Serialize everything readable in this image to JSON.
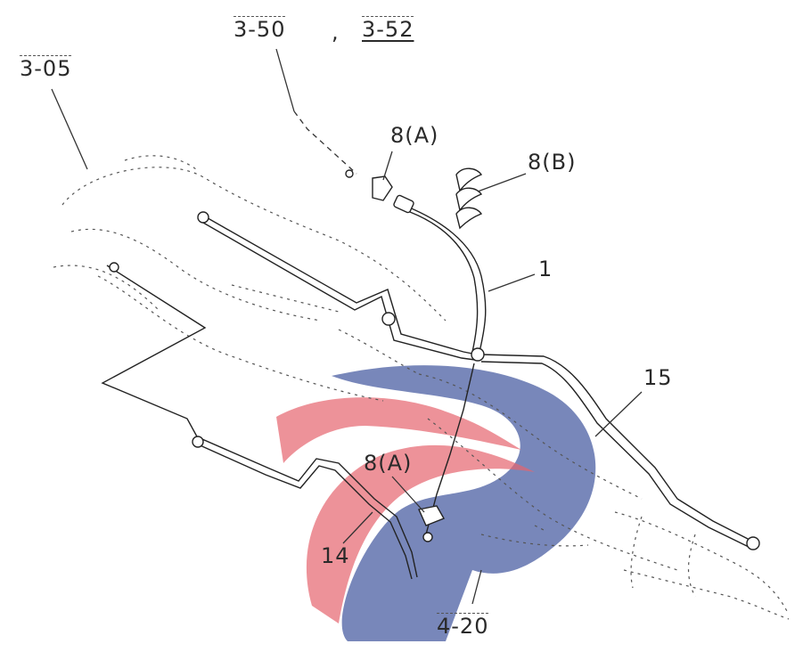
{
  "diagram": {
    "references": {
      "top_left": "3-05",
      "top_a": "3-50",
      "separator": ",",
      "top_b": "3-52",
      "bottom": "4-20"
    },
    "callouts": {
      "p1": "1",
      "p8a_top": "8(A)",
      "p8b": "8(B)",
      "p8a_lower": "8(A)",
      "p14": "14",
      "p15": "15"
    }
  },
  "watermark": {
    "colors": {
      "blue": "#3a4f9a",
      "red": "#e24a56"
    }
  }
}
